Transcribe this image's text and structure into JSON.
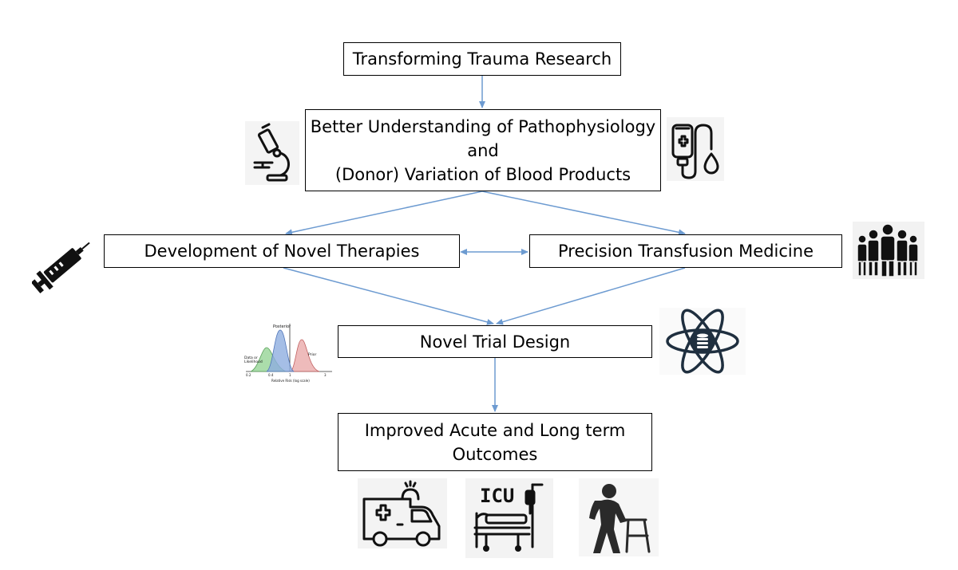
{
  "nodes": {
    "root": "Transforming Trauma Research",
    "understanding": [
      "Better Understanding of Pathophysiology",
      "and",
      "(Donor) Variation of Blood Products"
    ],
    "therapies": "Development of Novel Therapies",
    "precision": "Precision Transfusion Medicine",
    "trial": "Novel Trial Design",
    "outcomes": [
      "Improved Acute and Long term",
      "Outcomes"
    ]
  },
  "icons": {
    "microscope": "microscope-icon",
    "iv_bag": "iv-bag-icon",
    "syringe": "syringe-icon",
    "people": "people-group-icon",
    "bayesian_plot": "bayesian-distribution-icon",
    "atom_database": "atom-database-icon",
    "ambulance": "ambulance-icon",
    "icu_bed": "icu-bed-icon",
    "elderly_walker": "elderly-walker-icon"
  },
  "bayes_plot_labels": {
    "posterior": "Posterior",
    "data": [
      "Data or",
      "Likelihood"
    ],
    "prior": "Prior",
    "xaxis": "Relative Risk (log scale)",
    "ticks": [
      "0.2",
      "0.4",
      "1",
      "3"
    ]
  },
  "icu_label": "ICU",
  "colors": {
    "arrow": "#6d9bd1",
    "border": "#000000",
    "icon": "#111111",
    "data_curve": "#8fd18f",
    "posterior_curve": "#8eaee0",
    "prior_curve": "#e8a4a4"
  }
}
